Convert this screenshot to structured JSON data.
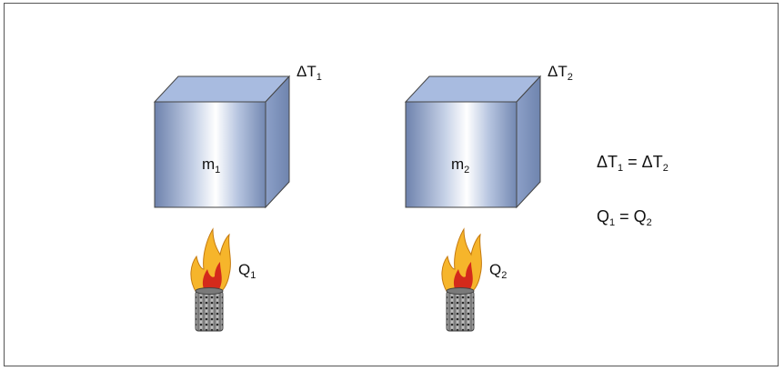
{
  "box1": {
    "mass_symbol": "m",
    "mass_sub": "1",
    "dt_symbol": "ΔT",
    "dt_sub": "1",
    "heat_symbol": "Q",
    "heat_sub": "1"
  },
  "box2": {
    "mass_symbol": "m",
    "mass_sub": "2",
    "dt_symbol": "ΔT",
    "dt_sub": "2",
    "heat_symbol": "Q",
    "heat_sub": "2"
  },
  "equations": {
    "line1": {
      "a": "ΔT",
      "a_sub": "1",
      "op": " = ",
      "b": "ΔT",
      "b_sub": "2"
    },
    "line2": {
      "a": "Q",
      "a_sub": "1",
      "op": " = ",
      "b": "Q",
      "b_sub": "2"
    }
  },
  "colors": {
    "cube_top": "#9fb3d9",
    "cube_side": "#7f95bf",
    "cube_front_edge": "#6e82ad",
    "cube_front_mid": "#ffffff",
    "flame_outer": "#f7b32b",
    "flame_inner": "#d42a1b",
    "burner": "#8a8a8a"
  }
}
